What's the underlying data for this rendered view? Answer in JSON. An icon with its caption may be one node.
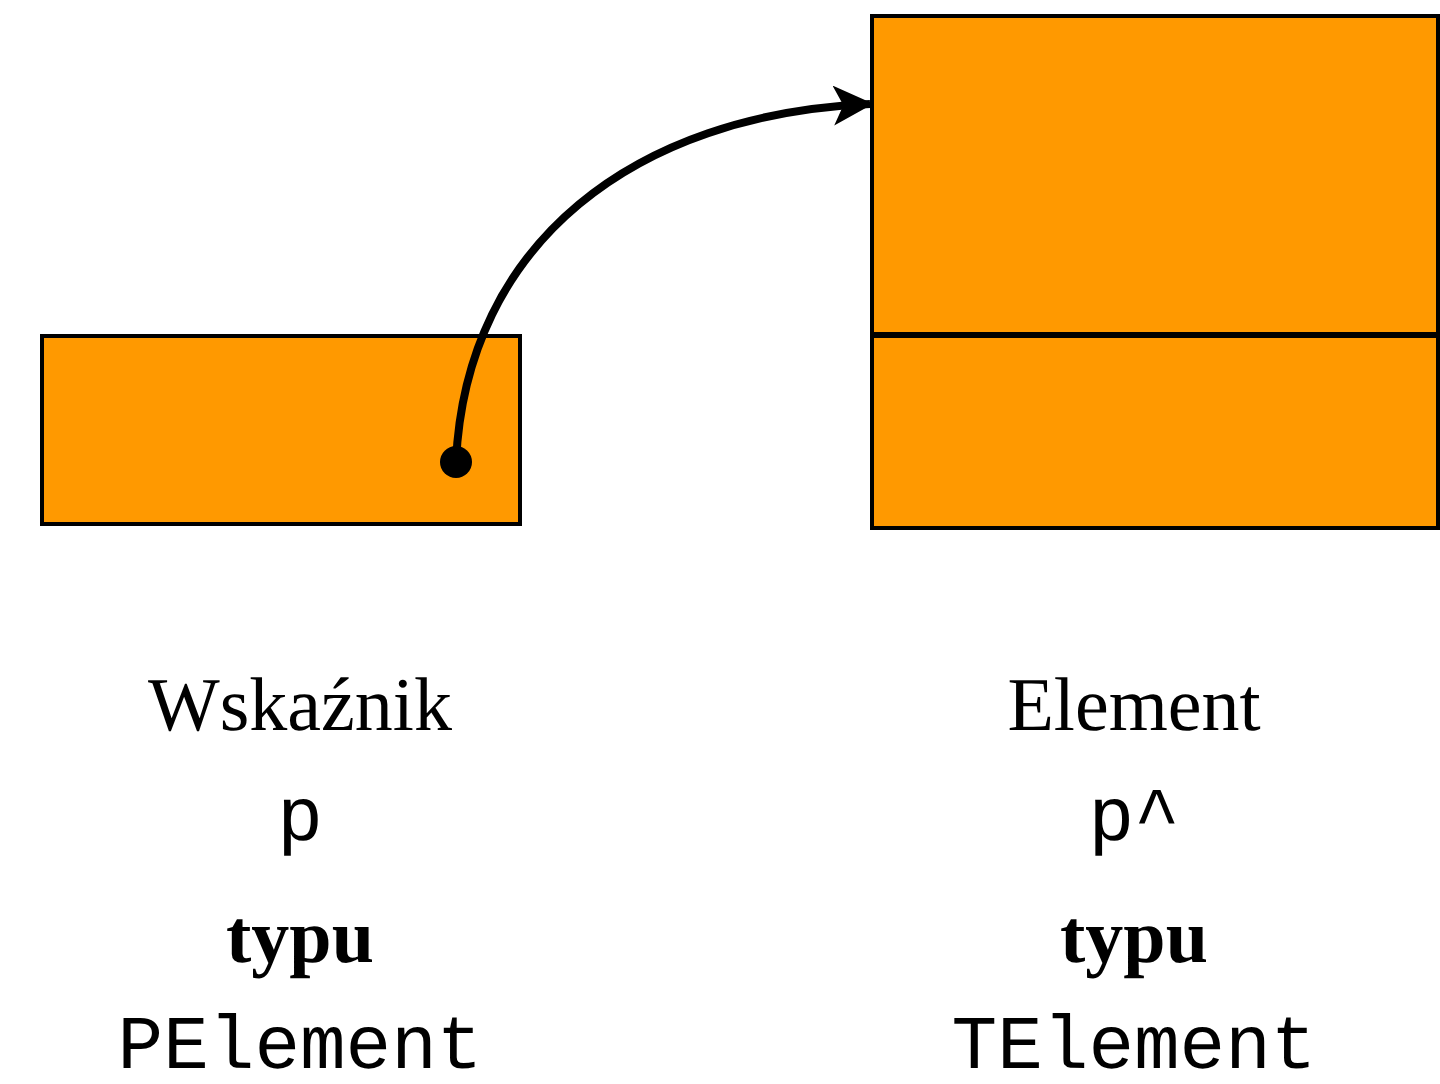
{
  "diagram": {
    "nodes": [
      {
        "text": [],
        "shape": "box",
        "beside": [
          "Wskaźnik",
          "p",
          "typu",
          "PElement"
        ]
      },
      {
        "text": [],
        "shape": "box",
        "beside": [
          "Element",
          "p^",
          "typu",
          "TElement"
        ]
      },
      {
        "text": [],
        "shape": "box",
        "in": 1
      },
      {
        "text": [],
        "shape": "box",
        "in": 1
      }
    ],
    "edges": [
      {
        "from": 0,
        "to": 1,
        "arrow": "to"
      }
    ]
  }
}
